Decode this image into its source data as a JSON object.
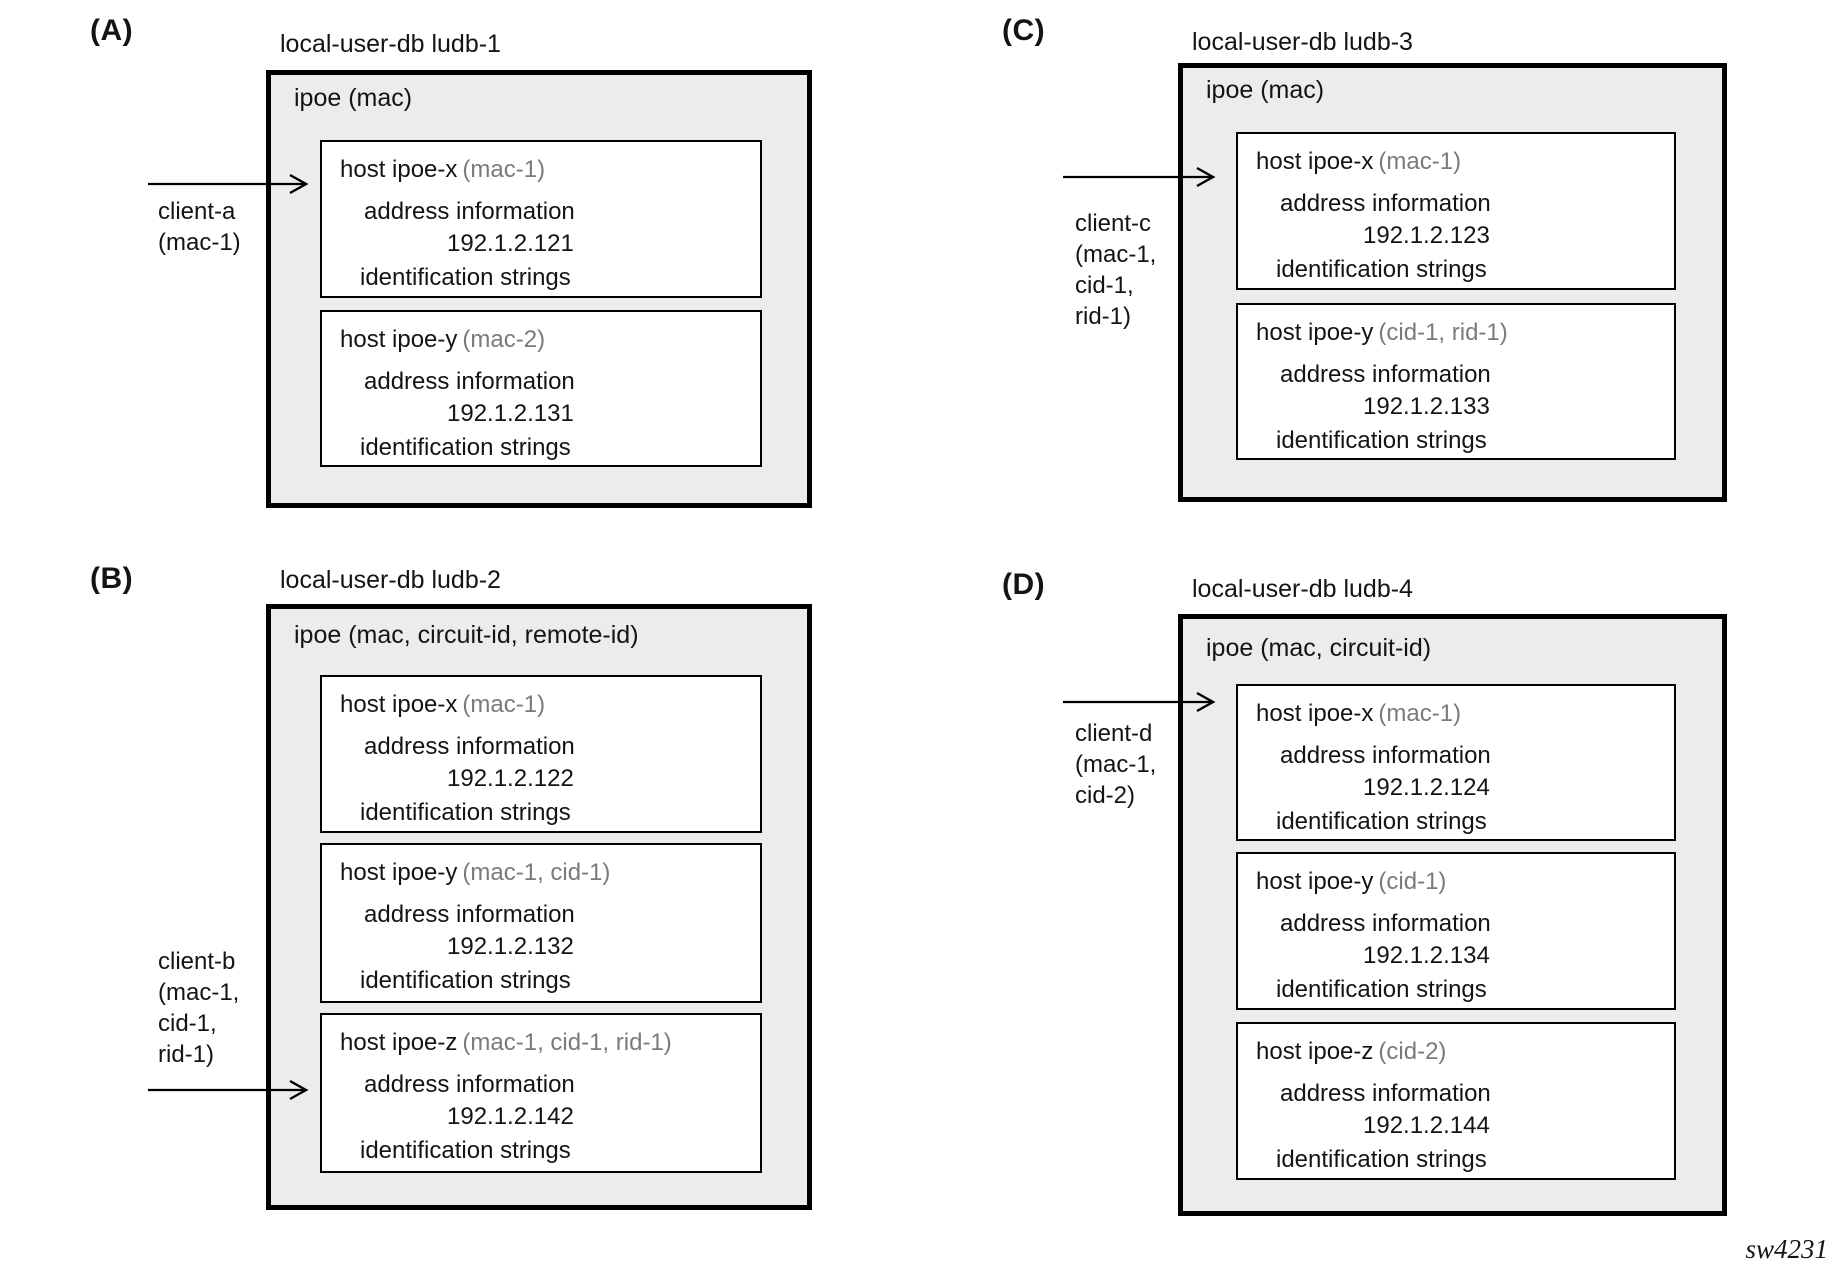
{
  "figure": {
    "watermark": "sw4231"
  },
  "colors": {
    "panel_fill": "#ececec",
    "border": "#000000",
    "host_fill": "#ffffff",
    "param_gray": "#7a7a7a",
    "text": "#141414"
  },
  "labels": {
    "address": "address information",
    "identification": "identification strings"
  },
  "panels": [
    {
      "id": "A",
      "label": "(A)",
      "title": "local-user-db ludb-1",
      "ipoe": "ipoe (mac)",
      "hosts": [
        {
          "name": "host ipoe-x",
          "params": "(mac-1)",
          "ip": "192.1.2.121"
        },
        {
          "name": "host ipoe-y",
          "params": "(mac-2)",
          "ip": "192.1.2.131"
        }
      ],
      "client": {
        "lines": [
          "client-a",
          "(mac-1)"
        ]
      }
    },
    {
      "id": "B",
      "label": "(B)",
      "title": "local-user-db ludb-2",
      "ipoe": "ipoe (mac, circuit-id, remote-id)",
      "hosts": [
        {
          "name": "host ipoe-x",
          "params": "(mac-1)",
          "ip": "192.1.2.122"
        },
        {
          "name": "host ipoe-y",
          "params": "(mac-1, cid-1)",
          "ip": "192.1.2.132"
        },
        {
          "name": "host ipoe-z",
          "params": "(mac-1, cid-1, rid-1)",
          "ip": "192.1.2.142"
        }
      ],
      "client": {
        "lines": [
          "client-b",
          "(mac-1,",
          "cid-1,",
          "rid-1)"
        ]
      }
    },
    {
      "id": "C",
      "label": "(C)",
      "title": "local-user-db ludb-3",
      "ipoe": "ipoe (mac)",
      "hosts": [
        {
          "name": "host ipoe-x",
          "params": "(mac-1)",
          "ip": "192.1.2.123"
        },
        {
          "name": "host ipoe-y",
          "params": "(cid-1, rid-1)",
          "ip": "192.1.2.133"
        }
      ],
      "client": {
        "lines": [
          "client-c",
          "(mac-1,",
          "cid-1,",
          "rid-1)"
        ]
      }
    },
    {
      "id": "D",
      "label": "(D)",
      "title": "local-user-db ludb-4",
      "ipoe": "ipoe (mac, circuit-id)",
      "hosts": [
        {
          "name": "host ipoe-x",
          "params": "(mac-1)",
          "ip": "192.1.2.124"
        },
        {
          "name": "host ipoe-y",
          "params": "(cid-1)",
          "ip": "192.1.2.134"
        },
        {
          "name": "host ipoe-z",
          "params": "(cid-2)",
          "ip": "192.1.2.144"
        }
      ],
      "client": {
        "lines": [
          "client-d",
          "(mac-1,",
          "cid-2)"
        ]
      }
    }
  ]
}
